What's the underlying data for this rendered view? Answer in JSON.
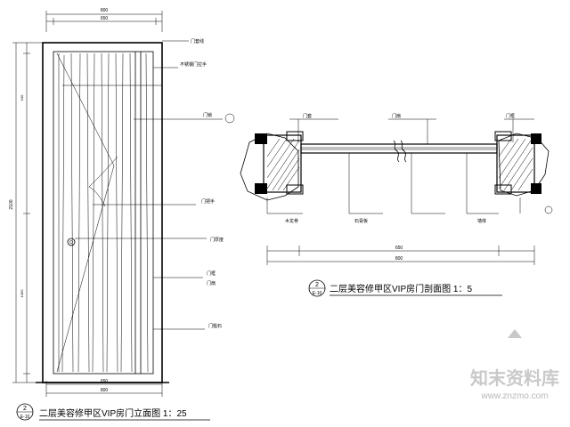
{
  "left_view": {
    "title": "二层美容修甲区VIP房门立面图 1：25",
    "callout_top": "2",
    "callout_bottom": "E-10",
    "dim_top_total": "800",
    "dim_top_inner": "650",
    "dim_bottom_total": "800",
    "dim_bottom_inner": "650",
    "dim_left_total": "2100",
    "annotations": [
      "门套线",
      "不锈钢门拉手",
      "门锁",
      "门把手",
      "门厚度",
      "门框",
      "门扇",
      "门槛石"
    ]
  },
  "right_view": {
    "title": "二层美容修甲区VIP房门剖面图 1：5",
    "callout_top": "2",
    "callout_bottom": "E-10",
    "dim_total": "800",
    "dim_inner": "650",
    "annotations": [
      "门套",
      "门扇",
      "门框",
      "木龙骨",
      "石膏板",
      "墙体"
    ]
  },
  "watermark": {
    "brand": "知末资料库",
    "url": "www.znzmo.com"
  }
}
